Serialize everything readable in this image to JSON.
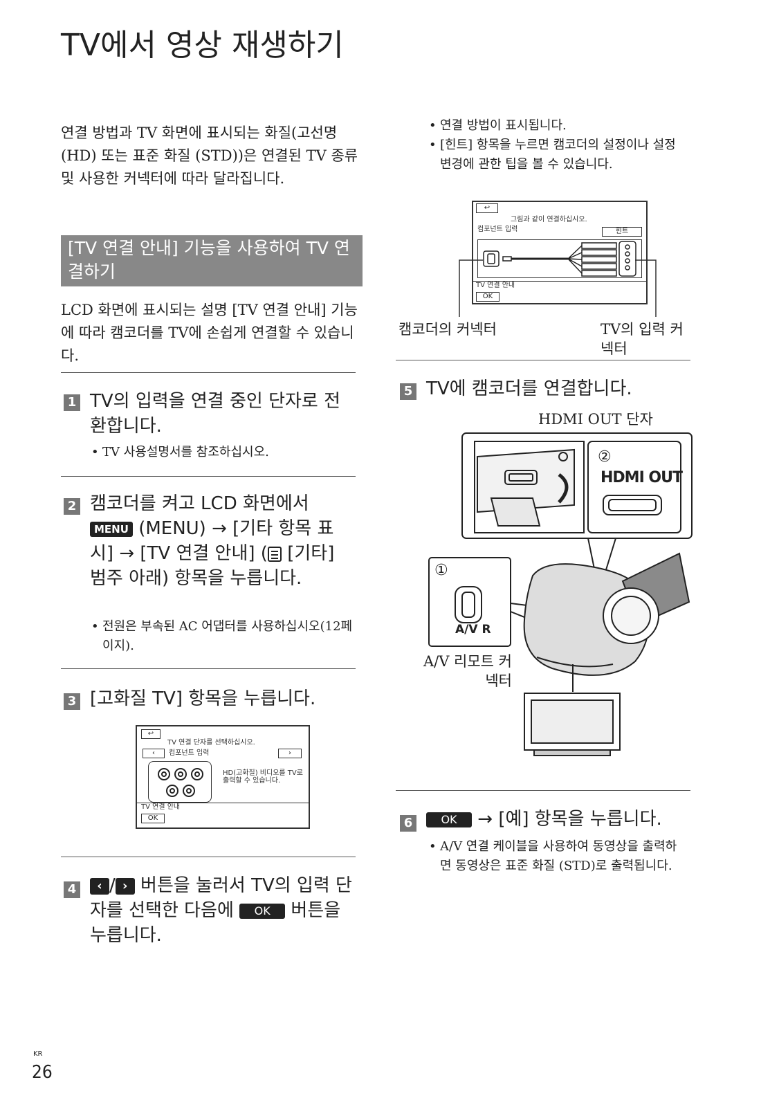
{
  "title": "TV에서 영상 재생하기",
  "intro": "연결 방법과 TV 화면에 표시되는 화질(고선명(HD) 또는 표준 화질 (STD))은 연결된 TV 종류 및 사용한 커넥터에 따라 달라집니다.",
  "section": {
    "banner": "[TV 연결 안내] 기능을 사용하여 TV 연결하기",
    "desc": "LCD 화면에 표시되는 설명 [TV 연결 안내] 기능에 따라 캠코더를 TV에 손쉽게 연결할 수 있습니다."
  },
  "steps": {
    "s1": {
      "num": "1",
      "text": "TV의 입력을 연결 중인 단자로 전환합니다.",
      "bullet": "TV 사용설명서를 참조하십시오."
    },
    "s2": {
      "num": "2",
      "pre": "캠코더를 켜고 LCD 화면에서",
      "menu_icon": "MENU",
      "post": "(MENU) → [기타 항목 표시] → [TV 연결 안내] (",
      "post2": "[기타] 범주 아래) 항목을 누릅니다.",
      "bullet": "전원은 부속된 AC 어댑터를 사용하십시오(12페이지)."
    },
    "s3": {
      "num": "3",
      "text": "[고화질 TV] 항목을 누릅니다."
    },
    "s4": {
      "num": "4",
      "left_btn": "‹",
      "sep": "/",
      "right_btn": "›",
      "text": "버튼을 눌러서 TV의 입력 단자를 선택한 다음에",
      "ok": "OK",
      "text2": "버튼을 누릅니다."
    },
    "s5": {
      "num": "5",
      "text": "TV에 캠코더를 연결합니다."
    },
    "s6": {
      "num": "6",
      "ok": "OK",
      "text": "→ [예] 항목을 누릅니다.",
      "bullet": "A/V 연결 케이블을 사용하여 동영상을 출력하면 동영상은 표준 화질 (STD)로 출력됩니다."
    }
  },
  "right_bullets": {
    "b1": "연결 방법이 표시됩니다.",
    "b2": "[힌트] 항목을 누르면 캠코더의 설정이나 설정 변경에 관한 팁을 볼 수 있습니다."
  },
  "screen_a": {
    "back": "↩",
    "header": "그림과 같이 연결하십시오.",
    "sub": "컴포넌트 입력",
    "hint": "힌트",
    "footer": "TV 연결 안내",
    "ok": "OK",
    "label_left": "캠코더의 커넥터",
    "label_right": "TV의 입력 커넥터"
  },
  "screen_b": {
    "back": "↩",
    "header": "TV 연결 단자를 선택하십시오.",
    "sub": "컴포넌트 입력",
    "desc": "HD(고화질) 비디오를 TV로 출력할 수 있습니다.",
    "footer": "TV 연결 안내",
    "ok": "OK"
  },
  "illustration": {
    "hdmi_label": "HDMI OUT 단자",
    "hdmi_panel": "HDMI OUT",
    "num1": "①",
    "num2": "②",
    "av_small": "A/V R",
    "av_label": "A/V 리모트 커넥터"
  },
  "footer": {
    "lang": "KR",
    "page": "26"
  }
}
